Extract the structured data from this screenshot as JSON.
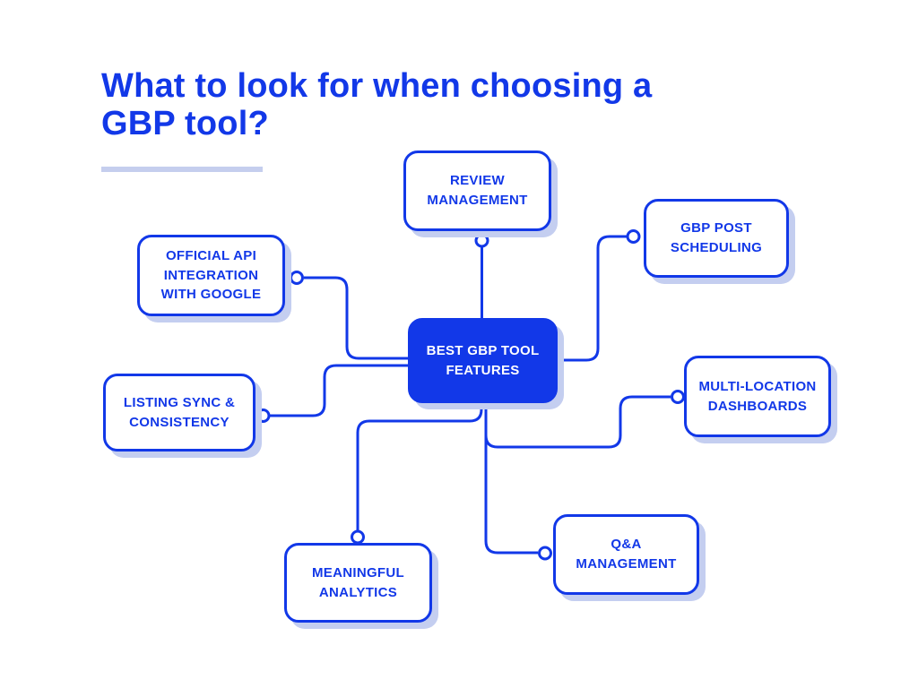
{
  "header": {
    "title_line1": "What to look for when choosing a",
    "title_line2": "GBP tool?"
  },
  "colors": {
    "primary_blue": "#1238E8",
    "shadow_blue": "#C4CEF0",
    "divider_blue": "#C5CEEE",
    "background": "#FFFFFF"
  },
  "diagram": {
    "center": {
      "label": "BEST GBP TOOL FEATURES"
    },
    "nodes": [
      {
        "id": "review-management",
        "label": "REVIEW MANAGEMENT"
      },
      {
        "id": "gbp-post-scheduling",
        "label": "GBP POST SCHEDULING"
      },
      {
        "id": "official-api",
        "label": "OFFICIAL API INTEGRATION WITH GOOGLE"
      },
      {
        "id": "listing-sync",
        "label": "LISTING SYNC & CONSISTENCY"
      },
      {
        "id": "multi-location",
        "label": "MULTI-LOCATION DASHBOARDS"
      },
      {
        "id": "qa-management",
        "label": "Q&A MANAGEMENT"
      },
      {
        "id": "meaningful-analytics",
        "label": "MEANINGFUL ANALYTICS"
      }
    ]
  }
}
